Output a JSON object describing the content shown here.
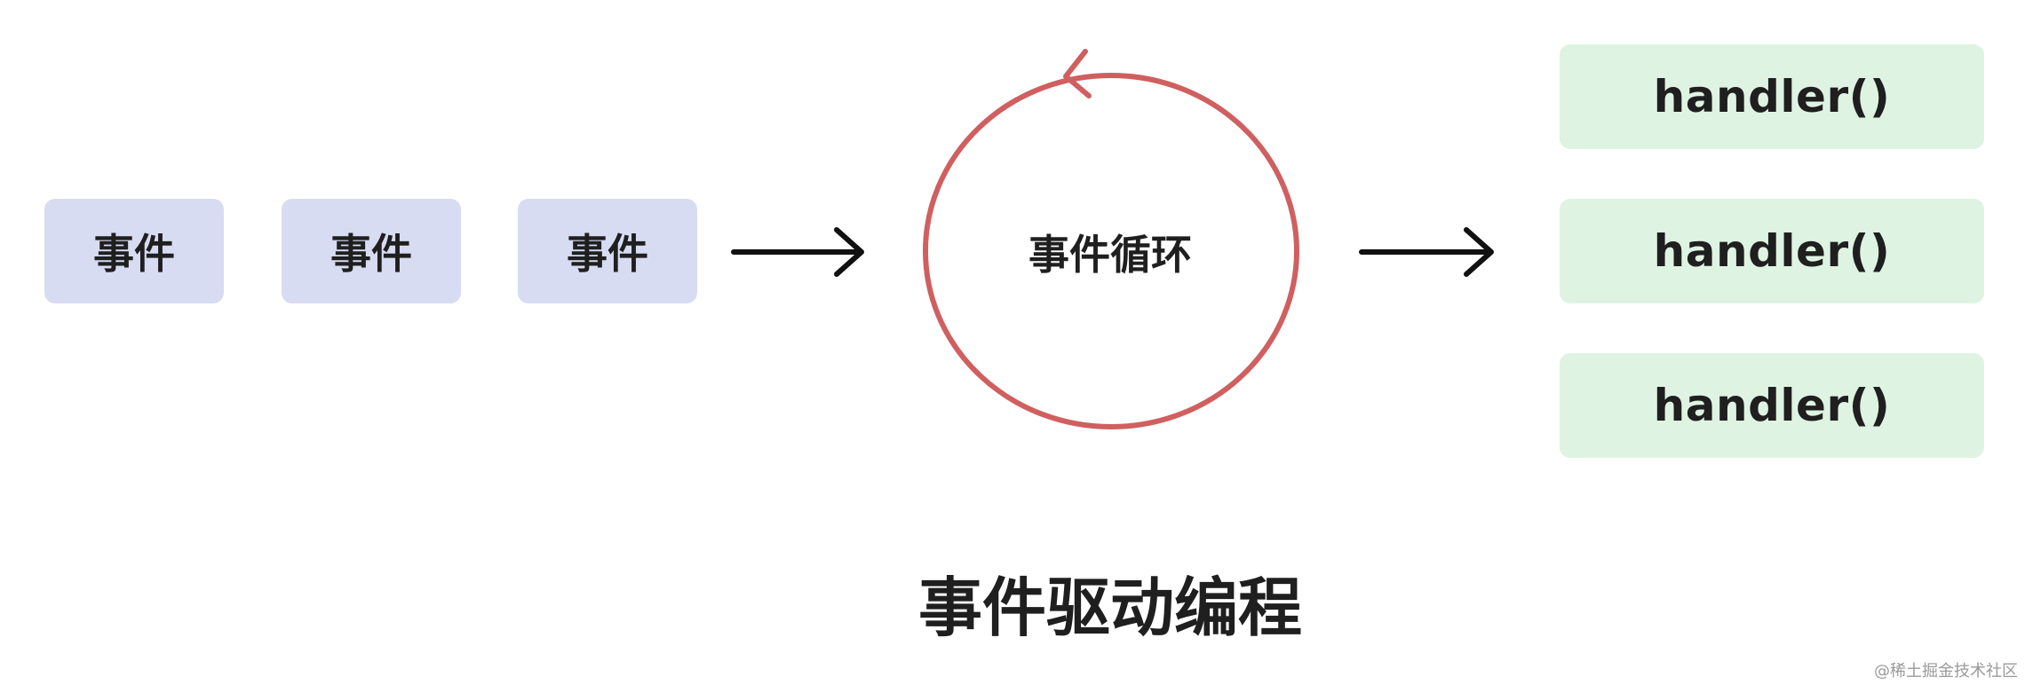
{
  "events": [
    {
      "label": "事件"
    },
    {
      "label": "事件"
    },
    {
      "label": "事件"
    }
  ],
  "loop": {
    "label": "事件循环",
    "stroke_color": "#d05f5f"
  },
  "handlers": [
    {
      "label": "handler()"
    },
    {
      "label": "handler()"
    },
    {
      "label": "handler()"
    }
  ],
  "title": "事件驱动编程",
  "watermark": "@稀土掘金技术社区",
  "colors": {
    "event_fill": "#d8dcf2",
    "handler_fill": "#dff3e2",
    "arrow": "#111111",
    "loop": "#d05f5f"
  }
}
